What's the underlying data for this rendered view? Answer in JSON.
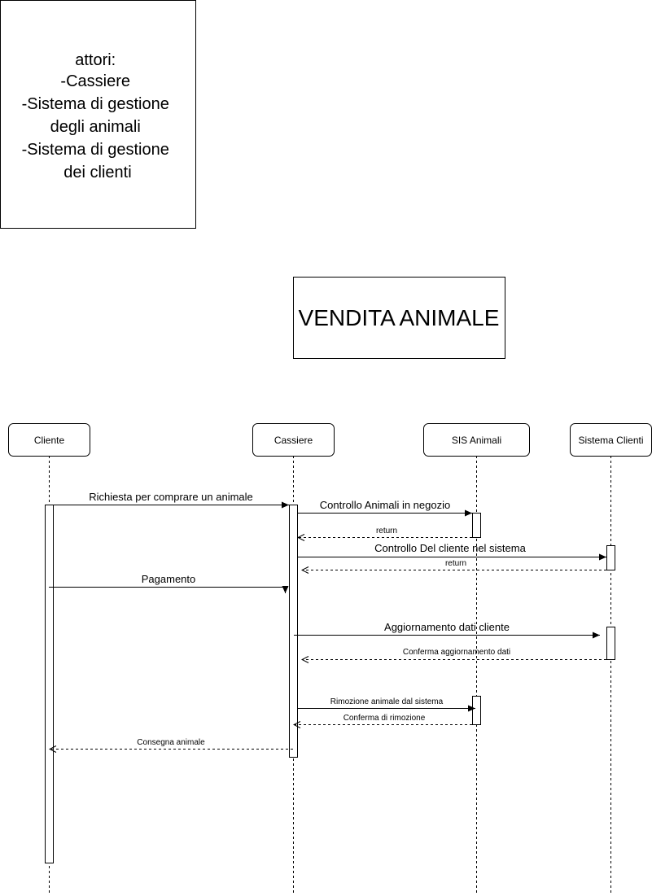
{
  "actors_note": {
    "lines": [
      "attori:",
      "-Cassiere",
      "-Sistema di gestione",
      "degli animali",
      "-Sistema di gestione",
      "dei clienti"
    ]
  },
  "title": {
    "text": "VENDITA ANIMALE"
  },
  "lifelines": [
    {
      "id": "cliente",
      "label": "Cliente"
    },
    {
      "id": "cassiere",
      "label": "Cassiere"
    },
    {
      "id": "sis_animali",
      "label": "SIS Animali"
    },
    {
      "id": "sistema_clienti",
      "label": "Sistema Clienti"
    }
  ],
  "messages": [
    {
      "label": "Richiesta per comprare un animale",
      "from": "cliente",
      "to": "cassiere",
      "kind": "sync"
    },
    {
      "label": "Controllo Animali in negozio",
      "from": "cassiere",
      "to": "sis_animali",
      "kind": "sync"
    },
    {
      "label": "return",
      "from": "sis_animali",
      "to": "cassiere",
      "kind": "return"
    },
    {
      "label": "Controllo Del cliente nel sistema",
      "from": "cassiere",
      "to": "sistema_clienti",
      "kind": "sync"
    },
    {
      "label": "return",
      "from": "sistema_clienti",
      "to": "cassiere",
      "kind": "return"
    },
    {
      "label": "Pagamento",
      "from": "cliente",
      "to": "cassiere",
      "kind": "sync"
    },
    {
      "label": "Aggiornamento dati cliente",
      "from": "cassiere",
      "to": "sistema_clienti",
      "kind": "sync"
    },
    {
      "label": "Conferma aggiornamento dati",
      "from": "sistema_clienti",
      "to": "cassiere",
      "kind": "return"
    },
    {
      "label": "Rimozione animale dal sistema",
      "from": "cassiere",
      "to": "sis_animali",
      "kind": "sync"
    },
    {
      "label": "Conferma di rimozione",
      "from": "sis_animali",
      "to": "cassiere",
      "kind": "return"
    },
    {
      "label": "Consegna animale",
      "from": "cassiere",
      "to": "cliente",
      "kind": "return"
    }
  ]
}
